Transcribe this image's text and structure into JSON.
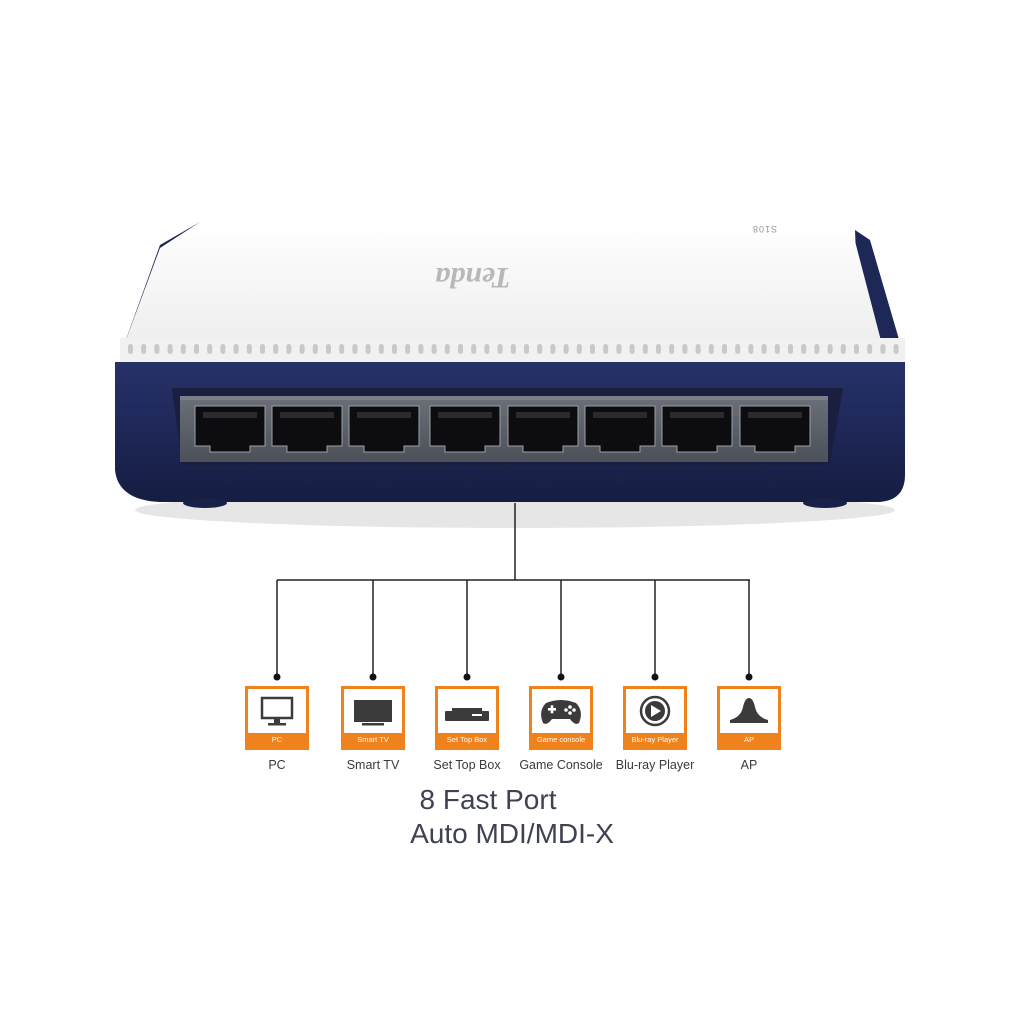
{
  "device": {
    "model": "S108",
    "brand": "Tenda",
    "ports": [
      "1",
      "2",
      "3",
      "4",
      "5",
      "6",
      "7",
      "8"
    ]
  },
  "devices": [
    {
      "tile_label": "PC",
      "caption": "PC",
      "icon": "monitor-icon"
    },
    {
      "tile_label": "Smart TV",
      "caption": "Smart TV",
      "icon": "tv-icon"
    },
    {
      "tile_label": "Set Top Box",
      "caption": "Set Top Box",
      "icon": "set-top-box-icon"
    },
    {
      "tile_label": "Game console",
      "caption": "Game Console",
      "icon": "gamepad-icon"
    },
    {
      "tile_label": "Blu-ray Player",
      "caption": "Blu-ray Player",
      "icon": "play-icon"
    },
    {
      "tile_label": "AP",
      "caption": "AP",
      "icon": "access-point-icon"
    }
  ],
  "headline": {
    "line1": "8 Fast Port",
    "line2": "Auto MDI/MDI-X"
  },
  "colors": {
    "accent": "#f0821e",
    "chassis": "#1e2856",
    "panel": "#5a5e66",
    "lid": "#f4f4f4"
  }
}
